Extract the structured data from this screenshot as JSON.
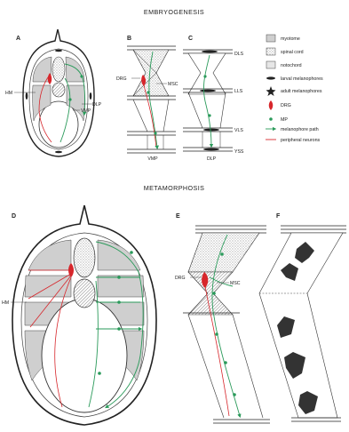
{
  "sections": {
    "top": "EMBRYOGENESIS",
    "bottom": "METAMORPHOSIS"
  },
  "panels": {
    "a": "A",
    "b": "B",
    "c": "C",
    "d": "D",
    "e": "E",
    "f": "F"
  },
  "labels": {
    "a_hm": "HM",
    "a_dlp": "DLP",
    "a_vmp": "VMP",
    "b_drg": "DRG",
    "b_msc": "MSC",
    "b_caption": "VMP",
    "c_dls": "DLS",
    "c_lls": "LLS",
    "c_vls": "VLS",
    "c_yss": "YSS",
    "c_caption": "DLP",
    "d_hm": "HM",
    "e_drg": "DRG",
    "e_msc": "MSC"
  },
  "legend": [
    {
      "key": "myotome",
      "text": "myotome"
    },
    {
      "key": "spinal_cord",
      "text": "spinal cord"
    },
    {
      "key": "notochord",
      "text": "notochord"
    },
    {
      "key": "larval",
      "text": "larval melanophores"
    },
    {
      "key": "adult",
      "text": "adult melanophores"
    },
    {
      "key": "drg",
      "text": "DRG"
    },
    {
      "key": "mp",
      "text": "MP"
    },
    {
      "key": "path",
      "text": "melanophore path"
    },
    {
      "key": "neurons",
      "text": "peripheral neurons"
    }
  ],
  "colors": {
    "red": "#d7262b",
    "green": "#2a9a5a",
    "myotome": "#cfcfcf",
    "ink": "#222222"
  }
}
